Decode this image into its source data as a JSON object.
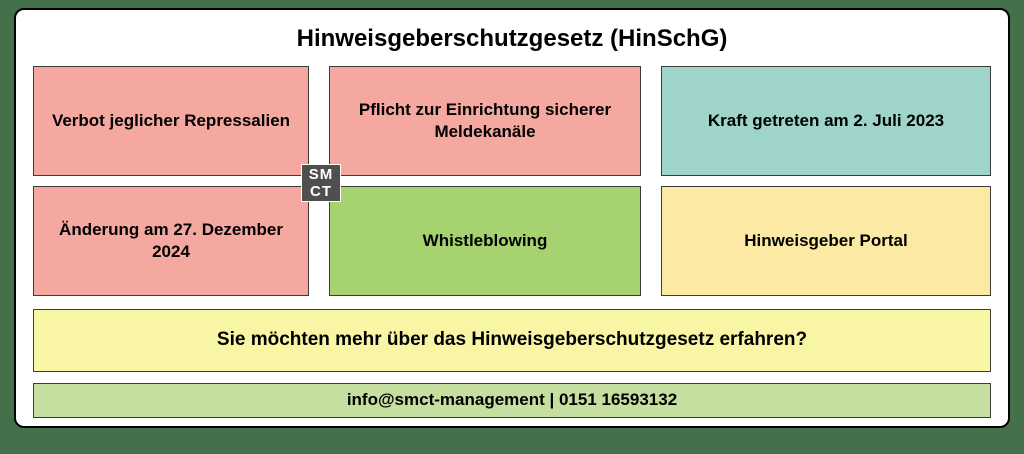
{
  "poster": {
    "title": "Hinweisgeberschutzgesetz (HinSchG)"
  },
  "grid": {
    "cells": [
      {
        "label": "Verbot jeglicher Repressalien",
        "color": "#f5a8a0"
      },
      {
        "label": "Pflicht zur Einrichtung sicherer Meldekanäle",
        "color": "#f5a8a0"
      },
      {
        "label": "Kraft getreten am 2. Juli 2023",
        "color": "#9fd4cb"
      },
      {
        "label": "Änderung am 27. Dezember 2024",
        "color": "#f5a8a0"
      },
      {
        "label": "Whistleblowing",
        "color": "#a6d36f"
      },
      {
        "label": "Hinweisgeber Portal",
        "color": "#fbe9a4"
      }
    ]
  },
  "logo": {
    "line1": "SM",
    "line2": "CT"
  },
  "banners": {
    "question": {
      "label": "Sie möchten mehr über das Hinweisgeberschutzgesetz erfahren?",
      "color": "#f8f5a4"
    },
    "contact": {
      "label": "info@smct-management | 0151 16593132",
      "color": "#c4df9f"
    }
  },
  "colors": {
    "background": "#45704c",
    "card": "#ffffff",
    "card_border": "#000000",
    "cell_border": "#3c3c3c",
    "logo_background": "#4f4f4f",
    "logo_text": "#ffffff"
  }
}
